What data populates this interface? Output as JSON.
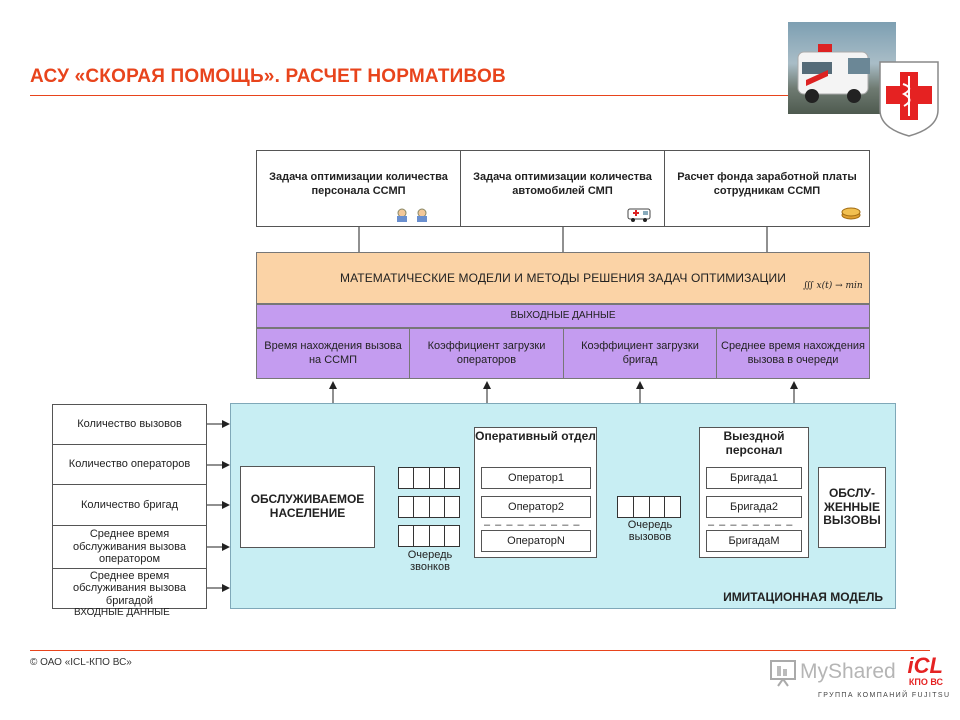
{
  "title": "АСУ «СКОРАЯ ПОМОЩЬ». РАСЧЕТ НОРМАТИВОВ",
  "tasks": [
    {
      "label": "Задача оптимизации количества персонала ССМП",
      "icon": "people-icon"
    },
    {
      "label": "Задача оптимизации количества автомобилей СМП",
      "icon": "ambulance-icon"
    },
    {
      "label": "Расчет фонда заработной платы сотрудникам ССМП",
      "icon": "coins-icon"
    }
  ],
  "math_models": "МАТЕМАТИЧЕСКИЕ МОДЕЛИ И МЕТОДЫ РЕШЕНИЯ ЗАДАЧ ОПТИМИЗАЦИИ",
  "formula": "∭ x(t) → min",
  "output_data_label": "ВЫХОДНЫЕ ДАННЫЕ",
  "outputs": [
    "Время нахождения вызова на ССМП",
    "Коэффициент загрузки операторов",
    "Коэффициент загрузки бригад",
    "Среднее время нахождения вызова в очереди"
  ],
  "inputs": [
    "Количество вызовов",
    "Количество операторов",
    "Количество бригад",
    "Среднее время обслуживания вызова оператором",
    "Среднее время обслуживания вызова бригадой"
  ],
  "input_data_label": "ВХОДНЫЕ ДАННЫЕ",
  "simulation": {
    "label": "ИМИТАЦИОННАЯ МОДЕЛЬ",
    "population": "ОБСЛУЖИВАЕМОЕ НАСЕЛЕНИЕ",
    "call_queue": "Очередь звонков",
    "ops_dept": "Оперативный отдел",
    "operators": [
      "Оператор1",
      "Оператор2",
      "ОператорN"
    ],
    "calls_queue": "Очередь вызовов",
    "field_staff": "Выездной персонал",
    "brigades": [
      "Бригада1",
      "Бригада2",
      "БригадаМ"
    ],
    "served": "ОБСЛУ-ЖЕННЫЕ ВЫЗОВЫ",
    "dashes": "– – – – – – – – –",
    "dashes2": "– – – – – – – –"
  },
  "footer": "© ОАО «ICL-КПО ВС»",
  "watermark": "MyShared",
  "logo": {
    "brand": "iCL",
    "sub": "КПО ВС",
    "tagline": "ГРУППА КОМПАНИЙ FUJITSU"
  },
  "colors": {
    "accent": "#e8441c",
    "peach": "#fbd3a6",
    "purple": "#c49cf0",
    "sim": "#c8eef3"
  }
}
